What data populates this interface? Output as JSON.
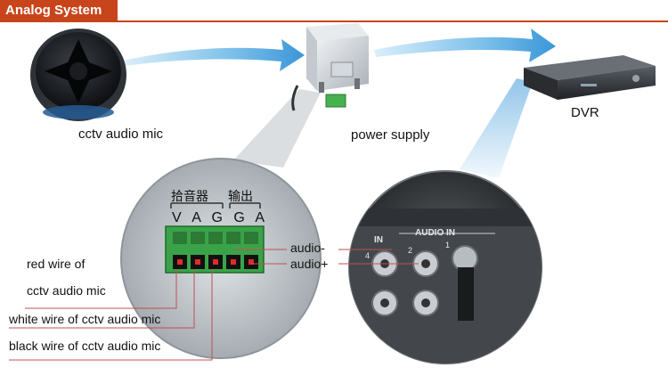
{
  "header": {
    "title": "Analog System"
  },
  "devices": {
    "mic_label": "cctv audio mic",
    "power_label": "power supply",
    "dvr_label": "DVR"
  },
  "terminal": {
    "chinese_left": "拾音器",
    "chinese_right": "输出",
    "pin_letters": [
      "V",
      "A",
      "G",
      "G",
      "A"
    ]
  },
  "dvr_panel": {
    "in_label": "IN",
    "audio_in_label": "AUDIO IN",
    "port_numbers": [
      "4",
      "2",
      "1"
    ]
  },
  "callouts": {
    "audio_minus": "audio-",
    "audio_plus": "audio+",
    "red_wire_line1": "red wire of",
    "red_wire_line2": "cctv audio mic",
    "white_wire": "white wire of cctv audio mic",
    "black_wire": "black wire of cctv audio mic"
  },
  "colors": {
    "accent": "#c8451b",
    "arrow_blue": "#4aa3e0",
    "terminal_green": "#3aa34a",
    "callout_line": "#c05050"
  }
}
